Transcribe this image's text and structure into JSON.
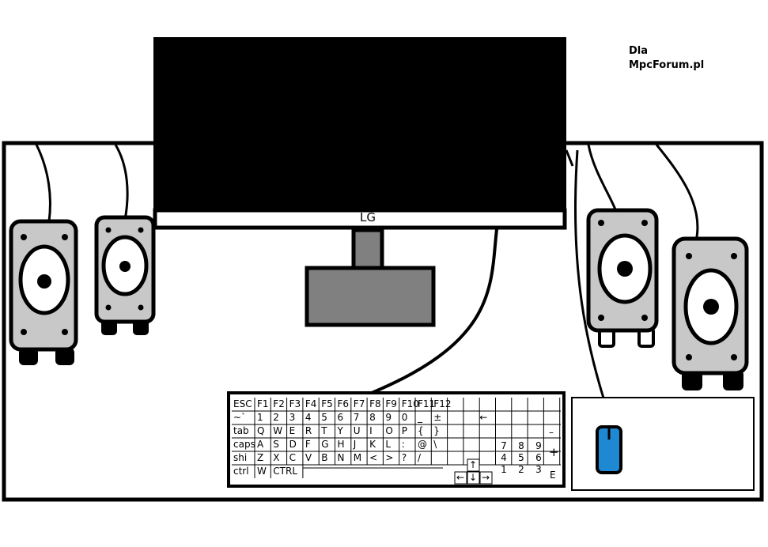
{
  "credit": {
    "line1": "Dla",
    "line2": "MpcForum.pl"
  },
  "monitor": {
    "brand": "LG"
  },
  "colors": {
    "outline": "#000000",
    "speaker_body": "#c8c8c8",
    "monitor_stand": "#808080",
    "mouse": "#1e88d2",
    "background": "#ffffff"
  },
  "keyboard": {
    "rows": [
      [
        "ESC",
        "F1",
        "F2",
        "F3",
        "F4",
        "F5",
        "F6",
        "F7",
        "F8",
        "F9",
        "F10",
        "F11",
        "F12"
      ],
      [
        "~`",
        "1",
        "2",
        "3",
        "4",
        "5",
        "6",
        "7",
        "8",
        "9",
        "0",
        "_",
        "±",
        "←"
      ],
      [
        "tab",
        "Q",
        "W",
        "E",
        "R",
        "T",
        "Y",
        "U",
        "I",
        "O",
        "P",
        "{",
        "}"
      ],
      [
        "caps",
        "A",
        "S",
        "D",
        "F",
        "G",
        "H",
        "J",
        "K",
        "L",
        ":",
        "@",
        "\\"
      ],
      [
        "shi",
        "Z",
        "X",
        "C",
        "V",
        "B",
        "N",
        "M",
        "<",
        ">",
        "?",
        "/"
      ],
      [
        "ctrl",
        "W",
        "CTRL"
      ]
    ],
    "arrows": {
      "up": "↑",
      "left": "←",
      "down": "↓",
      "right": "→"
    },
    "numpad": {
      "row1": [
        "7",
        "8",
        "9"
      ],
      "row2": [
        "4",
        "5",
        "6"
      ],
      "row3": [
        "1",
        "2",
        "3"
      ],
      "minus": "–",
      "plus": "+",
      "enter": "E"
    }
  }
}
